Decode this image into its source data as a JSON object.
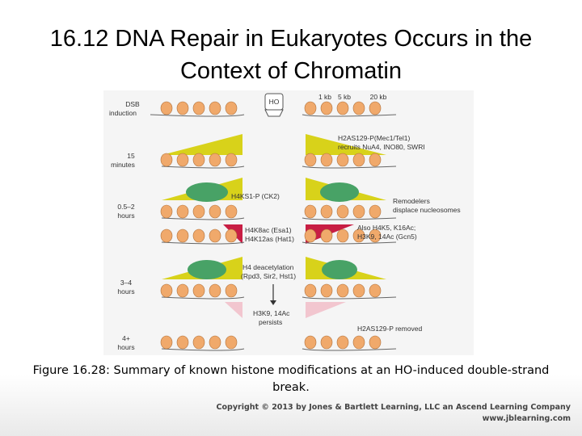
{
  "slide": {
    "title": "16.12  DNA Repair in Eukaryotes Occurs in the Context of Chromatin",
    "caption": "Figure 16.28: Summary of known histone modifications at an HO-induced double-strand break.",
    "copyright_line1": "Copyright © 2013 by Jones & Bartlett Learning, LLC an Ascend Learning Company",
    "copyright_line2": "www.jblearning.com"
  },
  "figure": {
    "row_labels": {
      "dsb": [
        "DSB",
        "induction"
      ],
      "min15": [
        "15",
        "minutes"
      ],
      "h05": [
        "0.5–2",
        "hours"
      ],
      "h34": [
        "3–4",
        "hours"
      ],
      "h4": [
        "4+",
        "hours"
      ]
    },
    "distance_labels": [
      "1 kb",
      "5 kb",
      "20 kb"
    ],
    "ho_label": "HO",
    "annotations": {
      "h2as129": [
        "H2AS129-P(Mec1/Tel1)",
        "recruits NuA4, INO80, SWRI"
      ],
      "h4ks1": "H4KS1-P (CK2)",
      "remodelers": [
        "Remodelers",
        "displace nucleosomes"
      ],
      "h4k8ac": [
        "H4K8ac (Esa1)",
        "H4K12as (Hat1)"
      ],
      "also": [
        "Also H4K5, K16Ac;",
        "H3K9, 14Ac (Gcn5)"
      ],
      "deacetylation": [
        "H4 deacetylation",
        "(Rpd3, Sir2, Hst1)"
      ],
      "persists": [
        "H3K9, 14Ac",
        "persists"
      ],
      "removed": "H2AS129-P removed"
    },
    "colors": {
      "nucleosome": "#f0a96b",
      "yellow": "#d8d21a",
      "green": "#48a266",
      "red": "#c81e44",
      "pink": "#f2c6cf"
    }
  }
}
